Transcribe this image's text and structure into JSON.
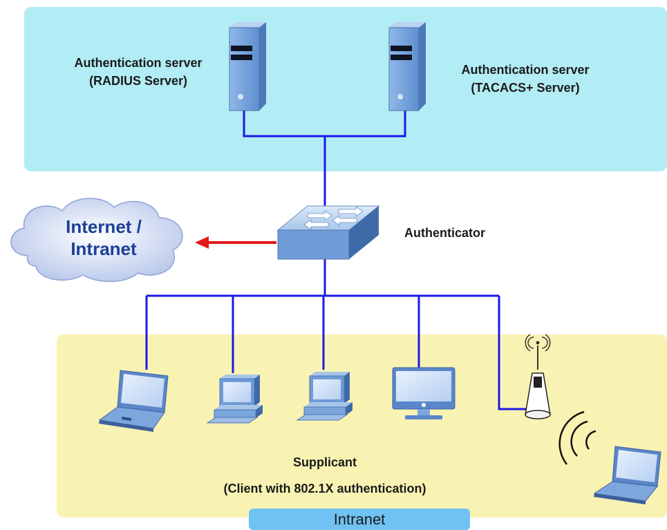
{
  "servers": {
    "radius": {
      "line1": "Authentication server",
      "line2": "(RADIUS Server)"
    },
    "tacacs": {
      "line1": "Authentication server",
      "line2": "(TACACS+ Server)"
    }
  },
  "authenticator": {
    "label": "Authenticator"
  },
  "cloud": {
    "line1": "Internet /",
    "line2": "Intranet"
  },
  "supplicant": {
    "line1": "Supplicant",
    "line2": "(Client with 802.1X authentication)"
  },
  "intranet_tab": {
    "label": "Intranet"
  },
  "colors": {
    "server_zone": "#b2ecf4",
    "client_zone": "#f9f3b3",
    "link": "#1a1ae6",
    "arrow": "#e31a1a",
    "intranet_tab": "#6fc2f2",
    "device_blue": "#7aa6dc"
  },
  "icons": [
    "server-icon",
    "switch-icon",
    "cloud-icon",
    "laptop-icon",
    "desktop-icon",
    "imac-icon",
    "access-point-icon",
    "wireless-signal-icon"
  ]
}
